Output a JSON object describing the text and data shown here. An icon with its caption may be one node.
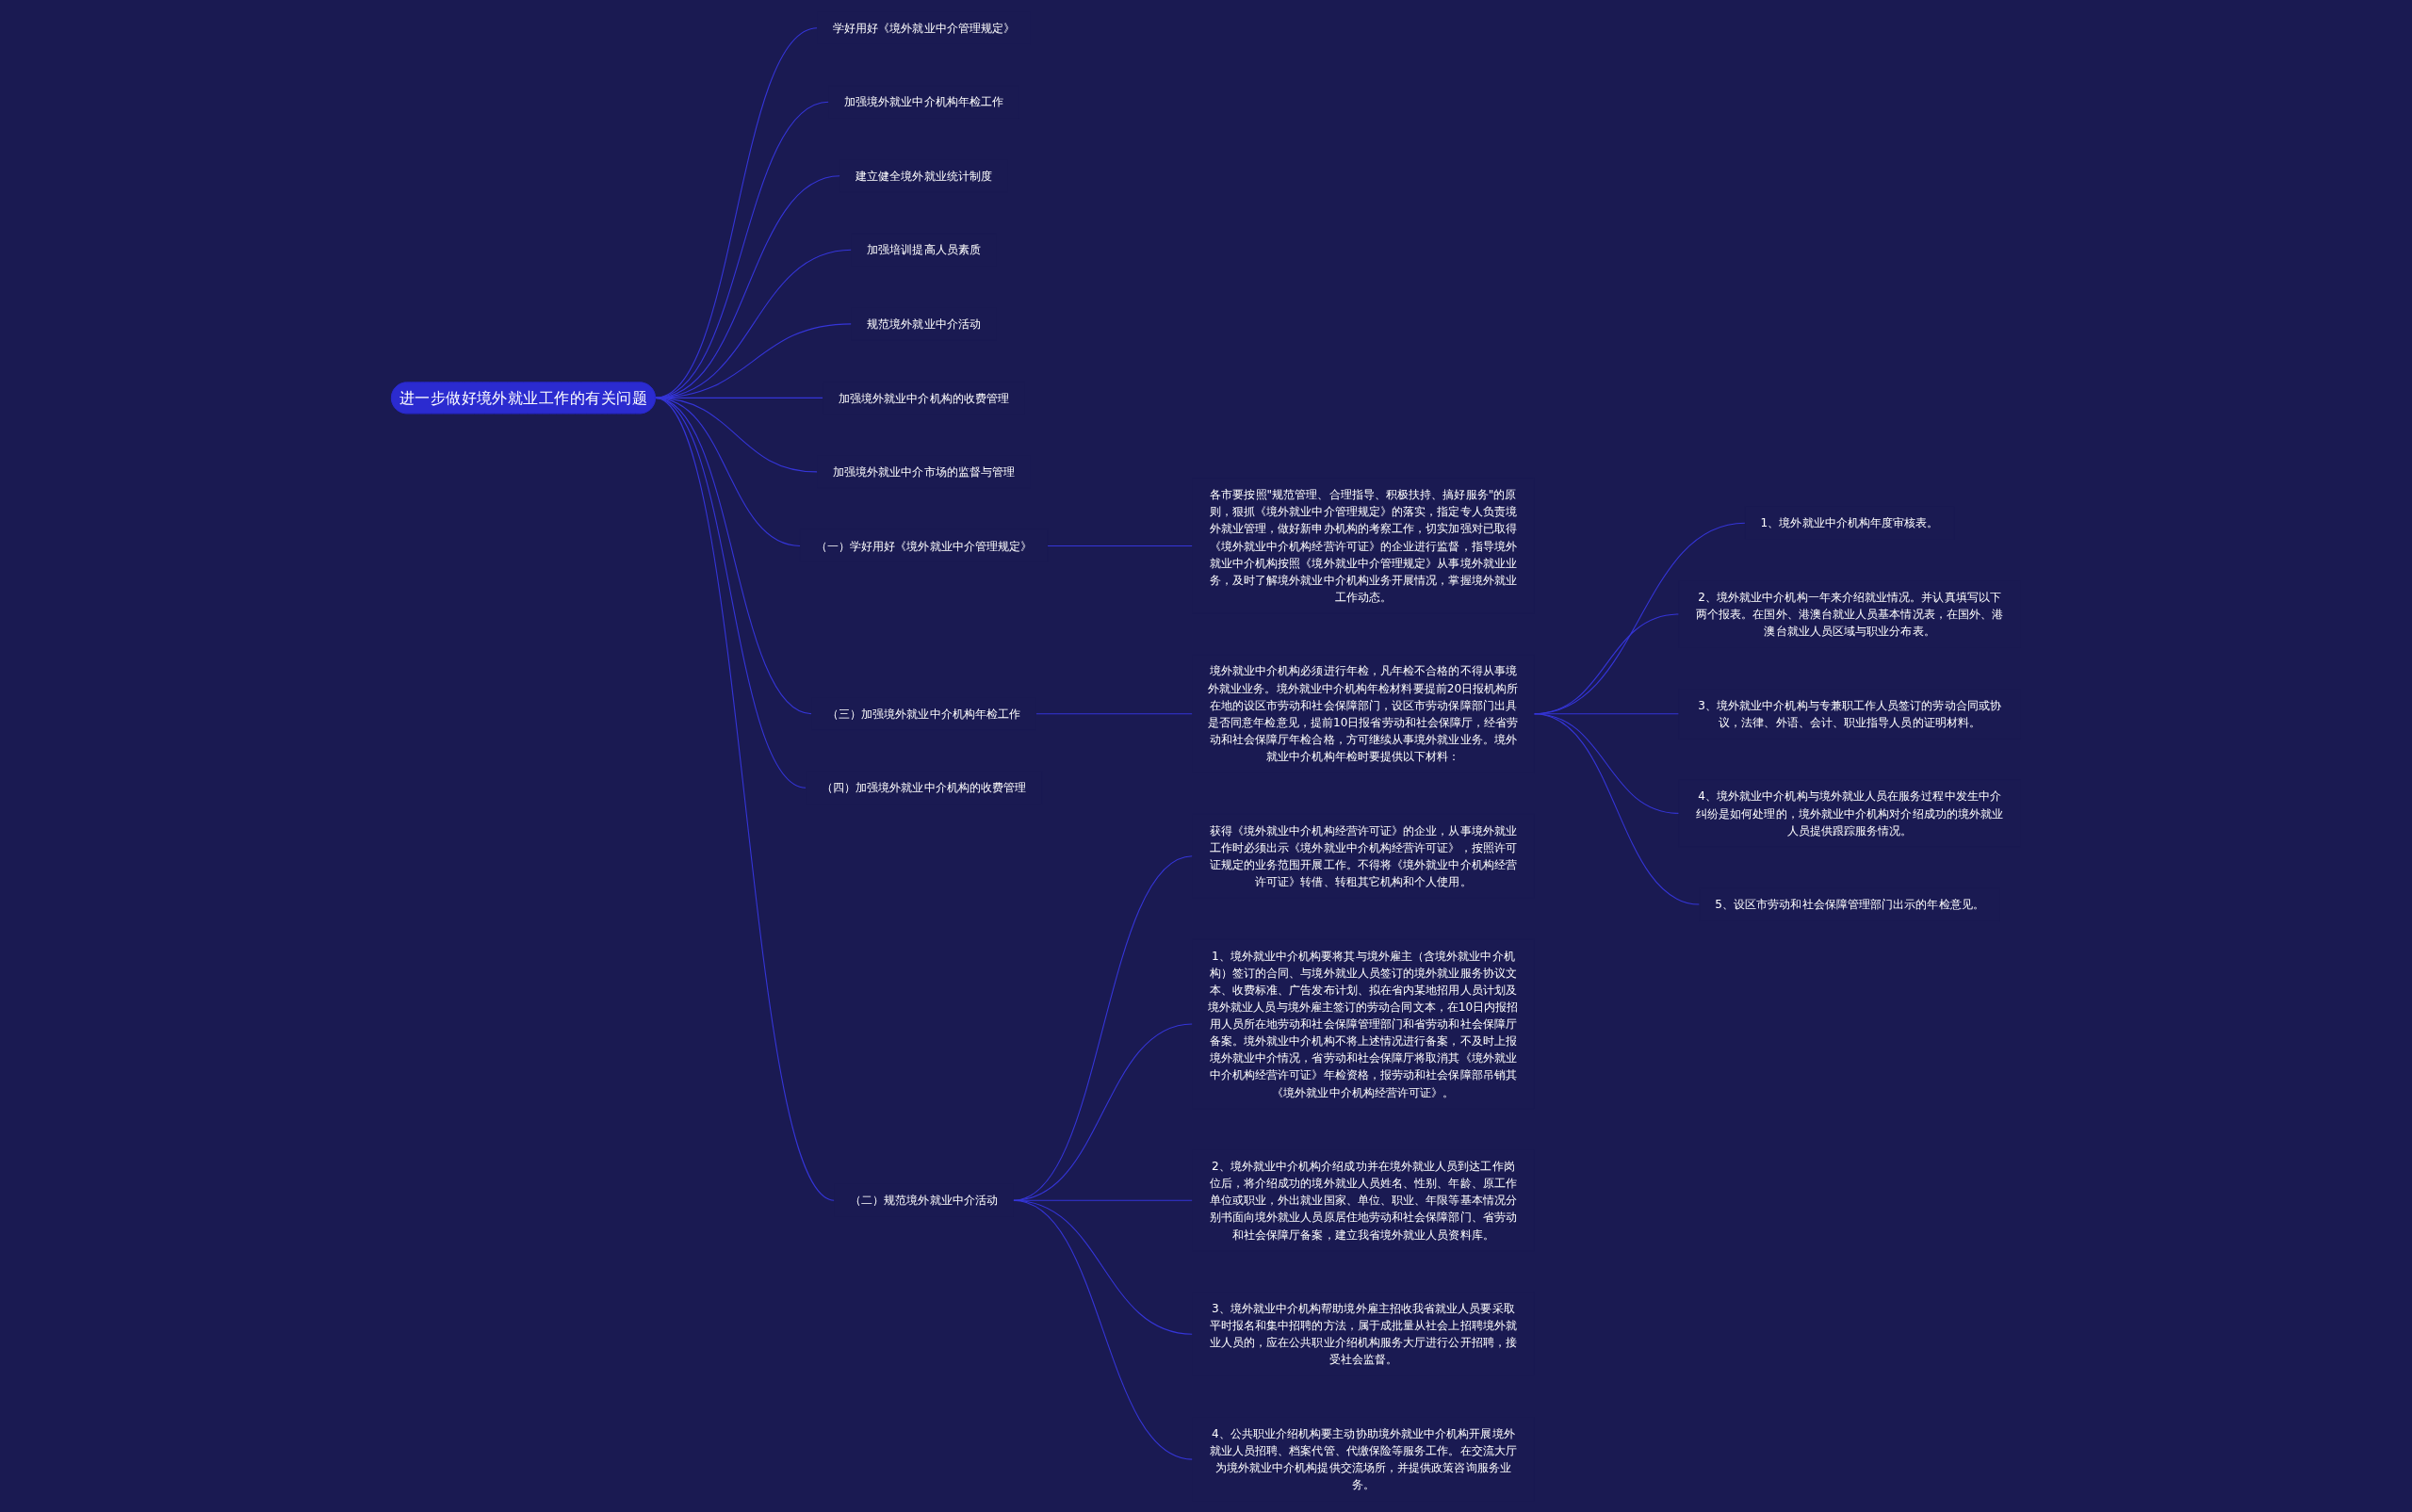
{
  "diagram": {
    "nodes": [
      {
        "text": [
          "进一步做好境外就业工作的有关问题"
        ]
      },
      {
        "text": [
          "学好用好《境外就业中介管理规定》"
        ]
      },
      {
        "text": [
          "加强境外就业中介机构年检工作"
        ]
      },
      {
        "text": [
          "建立健全境外就业统计制度"
        ]
      },
      {
        "text": [
          "加强培训提高人员素质"
        ]
      },
      {
        "text": [
          "规范境外就业中介活动"
        ]
      },
      {
        "text": [
          "加强境外就业中介机构的收费管理"
        ]
      },
      {
        "text": [
          "加强境外就业中介市场的监督与管理"
        ]
      },
      {
        "text": [
          "（一）学好用好《境外就业中介管理规定》"
        ]
      },
      {
        "text": [
          "各市要按照\"规范管理、合理指导、积极扶持、搞好服务\"的原则，狠抓《境外就业中介管理规定》的落实，指定专人负责境外就业管理，做好新申办机构的考察工作，切实加强对已取得《境外就业中介机构经营许可证》的企业进行监督，指导境外就业中介机构按照《境外就业中介管理规定》从事境外就业业务，及时了解境外就业中介机构业务开展情况，掌握境外就业工作动态。"
        ]
      },
      {
        "text": [
          "（三）加强境外就业中介机构年检工作"
        ]
      },
      {
        "text": [
          "境外就业中介机构必须进行年检，凡年检不合格的不得从事境外就业业务。境外就业中介机构年检材料要提前20日报机构所在地的设区市劳动和社会保障部门，设区市劳动保障部门出具是否同意年检意见，提前10日报省劳动和社会保障厅，经省劳动和社会保障厅年检合格，方可继续从事境外就业业务。境外就业中介机构年检时要提供以下材料："
        ]
      },
      {
        "text": [
          "1、境外就业中介机构年度审核表。"
        ]
      },
      {
        "text": [
          "2、境外就业中介机构一年来介绍就业情况。并认真填写以下两个报表。在国外、港澳台就业人员基本情况表，在国外、港澳台就业人员区域与职业分布表。"
        ]
      },
      {
        "text": [
          "3、境外就业中介机构与专兼职工作人员签订的劳动合同或协议，法律、外语、会计、职业指导人员的证明材料。"
        ]
      },
      {
        "text": [
          "4、境外就业中介机构与境外就业人员在服务过程中发生中介纠纷是如何处理的，境外就业中介机构对介绍成功的境外就业人员提供跟踪服务情况。"
        ]
      },
      {
        "text": [
          "5、设区市劳动和社会保障管理部门出示的年检意见。"
        ]
      },
      {
        "text": [
          "（二）规范境外就业中介活动"
        ]
      },
      {
        "text": [
          "获得《境外就业中介机构经营许可证》的企业，从事境外就业工作时必须出示《境外就业中介机构经营许可证》，按照许可证规定的业务范围开展工作。不得将《境外就业中介机构经营许可证》转借、转租其它机构和个人使用。"
        ]
      },
      {
        "text": [
          "1、境外就业中介机构要将其与境外雇主（含境外就业中介机构）签订的合同、与境外就业人员签订的境外就业服务协议文本、收费标准、广告发布计划、拟在省内某地招用人员计划及境外就业人员与境外雇主签订的劳动合同文本，在10日内报招用人员所在地劳动和社会保障管理部门和省劳动和社会保障厅备案。境外就业中介机构不将上述情况进行备案，不及时上报境外就业中介情况，省劳动和社会保障厅将取消其《境外就业中介机构经营许可证》年检资格，报劳动和社会保障部吊销其《境外就业中介机构经营许可证》。"
        ]
      },
      {
        "text": [
          "2、境外就业中介机构介绍成功并在境外就业人员到达工作岗位后，将介绍成功的境外就业人员姓名、性别、年龄、原工作单位或职业，外出就业国家、单位、职业、年限等基本情况分别书面向境外就业人员原居住地劳动和社会保障部门、省劳动和社会保障厅备案，建立我省境外就业人员资料库。"
        ]
      },
      {
        "text": [
          "3、境外就业中介机构帮助境外雇主招收我省就业人员要采取平时报名和集中招聘的方法，属于成批量从社会上招聘境外就业人员的，应在公共职业介绍机构服务大厅进行公开招聘，接受社会监督。"
        ]
      },
      {
        "text": [
          "4、公共职业介绍机构要主动协助境外就业中介机构开展境外就业人员招聘、档案代管、代缴保险等服务工作。在交流大厅为境外就业中介机构提供交流场所，并提供政策咨询服务业务。"
        ]
      },
      {
        "text": [
          "（四）加强境外就业中介机构的收费管理"
        ]
      }
    ],
    "edges": [
      {
        "from": 0,
        "to": 1,
        "arrow": "none"
      },
      {
        "from": 0,
        "to": 2,
        "arrow": "none"
      },
      {
        "from": 0,
        "to": 3,
        "arrow": "none"
      },
      {
        "from": 0,
        "to": 4,
        "arrow": "none"
      },
      {
        "from": 0,
        "to": 5,
        "arrow": "none"
      },
      {
        "from": 0,
        "to": 6,
        "arrow": "none"
      },
      {
        "from": 0,
        "to": 7,
        "arrow": "none"
      },
      {
        "from": 0,
        "to": 8,
        "arrow": "none"
      },
      {
        "from": 8,
        "to": 9,
        "arrow": "none"
      },
      {
        "from": 0,
        "to": 10,
        "arrow": "none"
      },
      {
        "from": 10,
        "to": 11,
        "arrow": "none"
      },
      {
        "from": 11,
        "to": 12,
        "arrow": "none"
      },
      {
        "from": 11,
        "to": 13,
        "arrow": "none"
      },
      {
        "from": 11,
        "to": 14,
        "arrow": "none"
      },
      {
        "from": 11,
        "to": 15,
        "arrow": "none"
      },
      {
        "from": 11,
        "to": 16,
        "arrow": "none"
      },
      {
        "from": 0,
        "to": 17,
        "arrow": "none"
      },
      {
        "from": 17,
        "to": 18,
        "arrow": "none"
      },
      {
        "from": 17,
        "to": 19,
        "arrow": "none"
      },
      {
        "from": 17,
        "to": 20,
        "arrow": "none"
      },
      {
        "from": 17,
        "to": 21,
        "arrow": "none"
      },
      {
        "from": 17,
        "to": 22,
        "arrow": "none"
      },
      {
        "from": 0,
        "to": 23,
        "arrow": "none"
      }
    ]
  }
}
